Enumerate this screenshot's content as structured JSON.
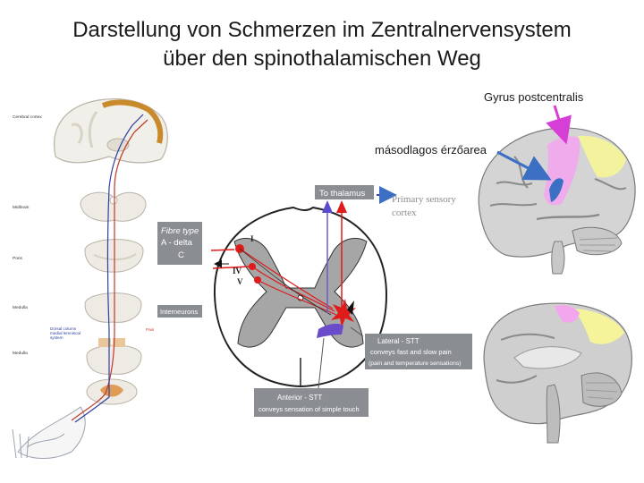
{
  "title": {
    "line1": "Darstellung von Schmerzen im Zentralnervensystem",
    "line2": "über den spinothalamischen Weg"
  },
  "annotations": {
    "gyrus": "Gyrus postcentralis",
    "secondary": "másodlagos érzőarea"
  },
  "left_levels": {
    "cortex": "Cerebral cortex",
    "midbrain": "Midbrain",
    "pons": "Pons",
    "medulla_upper": "Medulla",
    "medulla_lower": "Medulla",
    "dorsal_column": [
      "Dorsal column",
      "medial lemniscal",
      "system"
    ],
    "pain": "Pain"
  },
  "spinal": {
    "to_thalamus": "To thalamus",
    "primary_sensory": [
      "Primary sensory",
      "cortex"
    ],
    "fibre_type": [
      "Fibre type",
      "A - delta",
      "C"
    ],
    "interneurons": "Interneurons",
    "laminae": [
      "I",
      "IV",
      "V"
    ],
    "lateral_stt": [
      "Lateral - STT",
      "conveys fast and slow pain",
      "(pain and temperature sensations)"
    ],
    "anterior_stt": [
      "Anterior - STT",
      "conveys sensation of simple touch"
    ]
  },
  "colors": {
    "magenta_arrow": "#d63fd6",
    "blue_arrow": "#3a6fc4",
    "pink_area": "#f2a6ee",
    "yellow_area": "#f6f49a",
    "label_box": "#8a8d92",
    "gray_matter": "#a6a6a6"
  }
}
